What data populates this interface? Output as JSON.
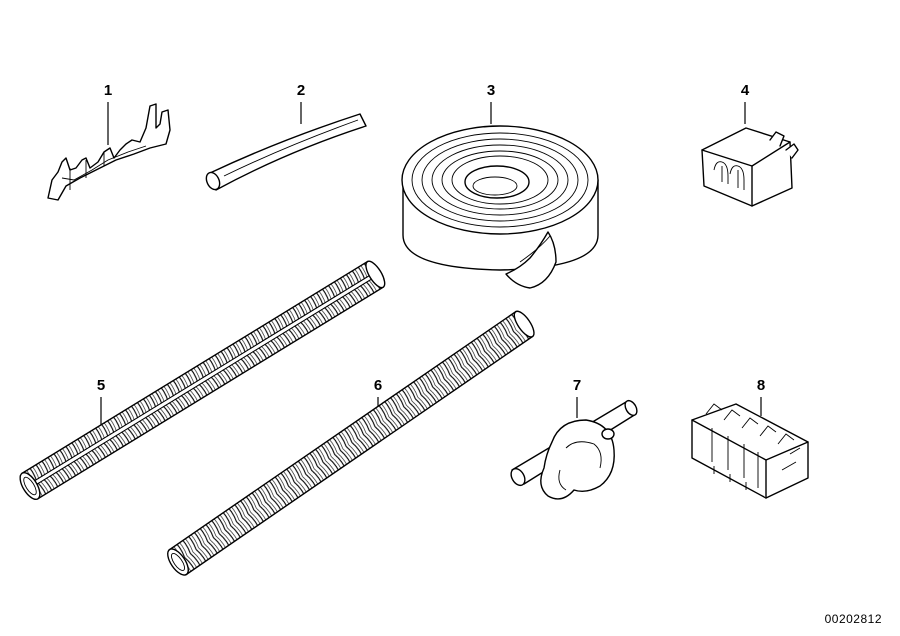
{
  "parts": [
    {
      "number": "1",
      "icon": "crimp-terminal-icon"
    },
    {
      "number": "2",
      "icon": "heat-shrink-tube-icon"
    },
    {
      "number": "3",
      "icon": "insulating-tape-roll-icon"
    },
    {
      "number": "4",
      "icon": "connector-housing-icon"
    },
    {
      "number": "5",
      "icon": "split-corrugated-conduit-icon"
    },
    {
      "number": "6",
      "icon": "corrugated-conduit-icon"
    },
    {
      "number": "7",
      "icon": "wire-clip-holder-icon"
    },
    {
      "number": "8",
      "icon": "multi-pin-connector-block-icon"
    }
  ],
  "footer": {
    "doc_number": "00202812"
  }
}
